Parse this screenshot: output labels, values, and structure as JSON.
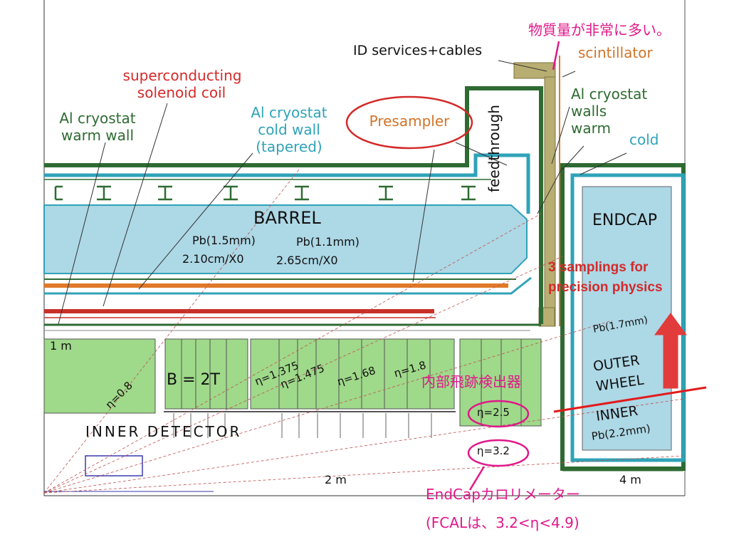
{
  "labels": {
    "jp_top": "物質量が非常に多い。",
    "id_services": "ID services+cables",
    "scintillator": "scintillator",
    "superconducting": "superconducting",
    "solenoid_coil": "solenoid coil",
    "al_cryo_warm_l1": "Al cryostat",
    "al_cryo_warm_l2": "warm wall",
    "al_cryo_cold_l1": "Al cryostat",
    "al_cryo_cold_l2": "cold wall",
    "al_cryo_cold_l3": "(tapered)",
    "presampler": "Presampler",
    "feedthrough": "feedthrough",
    "al_cryo_walls_l1": "Al cryostat",
    "al_cryo_walls_l2": "walls",
    "al_cryo_walls_l3": "warm",
    "cold": "cold",
    "barrel": "BARREL",
    "pb15": "Pb(1.5mm)",
    "pb11": "Pb(1.1mm)",
    "x0_210": "2.10cm/X0",
    "x0_265": "2.65cm/X0",
    "endcap": "ENDCAP",
    "samplings_l1": "3 samplings for",
    "samplings_l2": "precision physics",
    "pb17": "Pb(1.7mm)",
    "outer": "OUTER",
    "wheel": "WHEEL",
    "inner": "INNER",
    "pb22": "Pb(2.2mm)",
    "one_m": "1 m",
    "two_m": "2 m",
    "four_m": "4 m",
    "b2t": "B = 2T",
    "inner_detector": "INNER DETECTOR",
    "jp_id": "内部飛跡検出器",
    "eta08": "η=0.8",
    "eta1375": "η=1.375",
    "eta1475": "η=1.475",
    "eta168": "η=1.68",
    "eta18": "η=1.8",
    "eta25": "η=2.5",
    "eta32": "η=3.2",
    "endcap_calo": "EndCapカロリメーター",
    "fcal": "(FCALは、3.2<η<4.9)"
  },
  "colors": {
    "cryostat_green": "#2e6b32",
    "barrel_fill": "#add8e6",
    "inner_detector_fill": "#9fd98a",
    "coil_red": "#c8302a",
    "presampler_orange": "#e07a2a",
    "annotation_magenta": "#e0188a",
    "services_tan": "#b9ae72"
  }
}
